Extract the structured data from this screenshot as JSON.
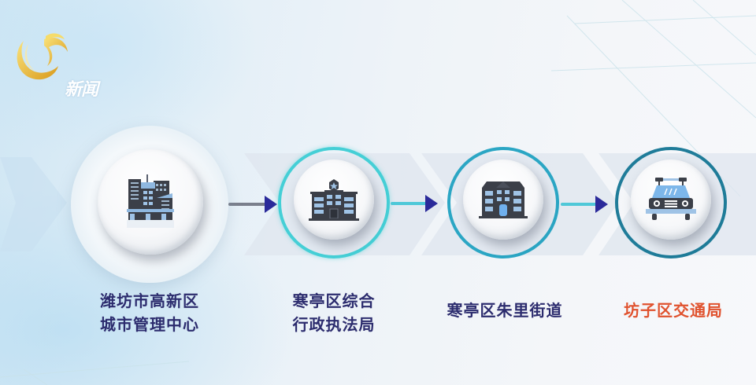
{
  "logo": {
    "text": "新闻",
    "colors": {
      "gold": "#e8b830",
      "light_gold": "#f6dc6a"
    }
  },
  "flow": {
    "arrow_color": "#2a2a9a",
    "connector_colors": [
      "#7a7f8c",
      "#4fc8d8",
      "#4fc8d8"
    ],
    "nodes": [
      {
        "id": "node-1",
        "icon": "city-buildings-icon",
        "label_line1": "潍坊市高新区",
        "label_line2": "城市管理中心",
        "label_color": "#2c2c6e",
        "ring_color": "#dfeaf2"
      },
      {
        "id": "node-2",
        "icon": "law-enforcement-building-icon",
        "label_line1": "寒亭区综合",
        "label_line2": "行政执法局",
        "label_color": "#2c2c6e",
        "ring_color": "#45cfd6"
      },
      {
        "id": "node-3",
        "icon": "office-building-icon",
        "label_line1": "寒亭区朱里街道",
        "label_line2": "",
        "label_color": "#2c2c6e",
        "ring_color": "#2ba6c4"
      },
      {
        "id": "node-4",
        "icon": "police-car-icon",
        "label_line1": "坊子区交通局",
        "label_line2": "",
        "label_color": "#e0522e",
        "ring_color": "#1f7c99"
      }
    ]
  }
}
